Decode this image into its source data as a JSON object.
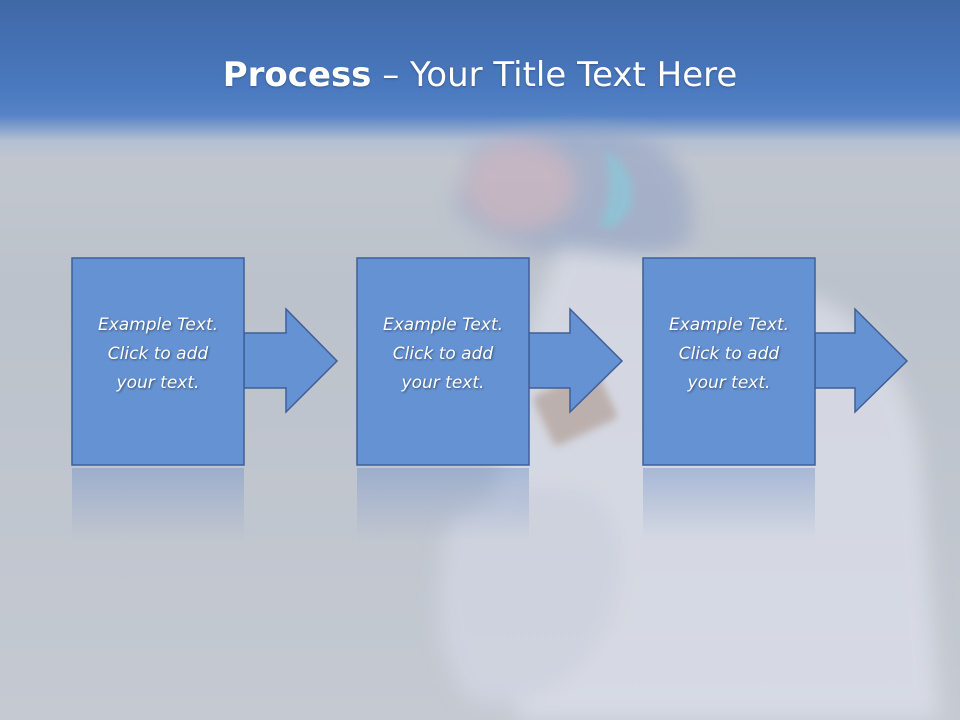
{
  "slide": {
    "title_bold": "Process",
    "title_rest": " – Your Title Text Here"
  },
  "steps": [
    {
      "lines": [
        "Example Text.",
        "Click  to add",
        "your text."
      ]
    },
    {
      "lines": [
        "Example Text.",
        "Click  to add",
        "your text."
      ]
    },
    {
      "lines": [
        "Example Text.",
        "Click  to add",
        "your text."
      ]
    }
  ],
  "colors": {
    "header_blue": "#4a79bf",
    "box_fill": "#6592d3",
    "box_border": "#3f5f99",
    "background": "#c3c8d0"
  },
  "icons": [
    "arrow-right-icon"
  ]
}
